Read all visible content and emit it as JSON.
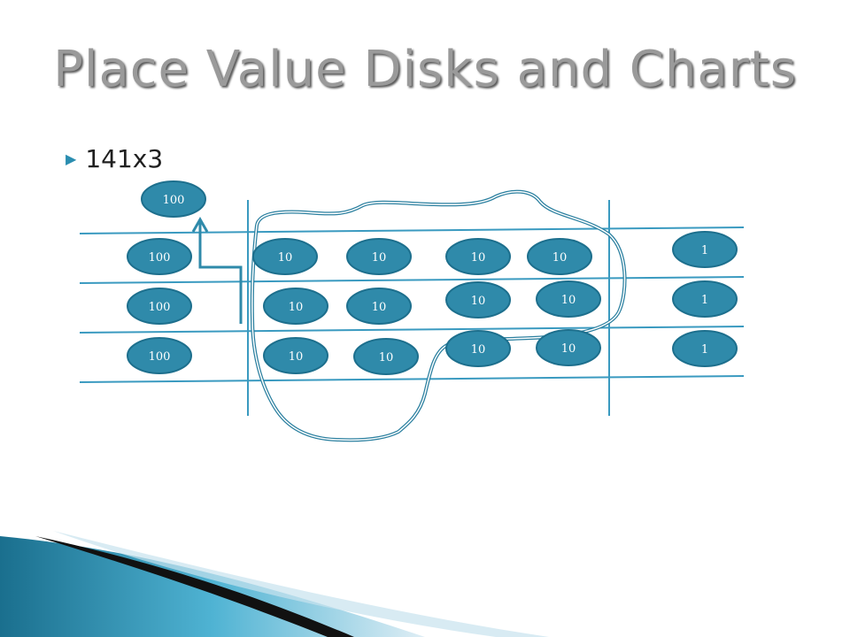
{
  "slide": {
    "title": "Place Value Disks and Charts",
    "bullet": "141x3",
    "bullet_icon": "triangle-bullet-icon"
  },
  "colors": {
    "disk_fill": "#2f8aaa",
    "disk_stroke": "#1d6f8d",
    "line": "#3a9ac0",
    "title": "#9a9a9a",
    "accent": "#2a8db0"
  },
  "diagram": {
    "columns": [
      "hundreds",
      "tens",
      "ones"
    ],
    "disks": [
      {
        "label": "100",
        "column": "hundreds",
        "note": "regrouped"
      },
      {
        "label": "100",
        "column": "hundreds"
      },
      {
        "label": "100",
        "column": "hundreds"
      },
      {
        "label": "100",
        "column": "hundreds"
      },
      {
        "label": "10",
        "column": "tens"
      },
      {
        "label": "10",
        "column": "tens"
      },
      {
        "label": "10",
        "column": "tens"
      },
      {
        "label": "10",
        "column": "tens"
      },
      {
        "label": "10",
        "column": "tens"
      },
      {
        "label": "10",
        "column": "tens"
      },
      {
        "label": "10",
        "column": "tens"
      },
      {
        "label": "10",
        "column": "tens"
      },
      {
        "label": "10",
        "column": "tens"
      },
      {
        "label": "10",
        "column": "tens"
      },
      {
        "label": "10",
        "column": "tens"
      },
      {
        "label": "10",
        "column": "tens"
      },
      {
        "label": "1",
        "column": "ones"
      },
      {
        "label": "1",
        "column": "ones"
      },
      {
        "label": "1",
        "column": "ones"
      }
    ]
  }
}
